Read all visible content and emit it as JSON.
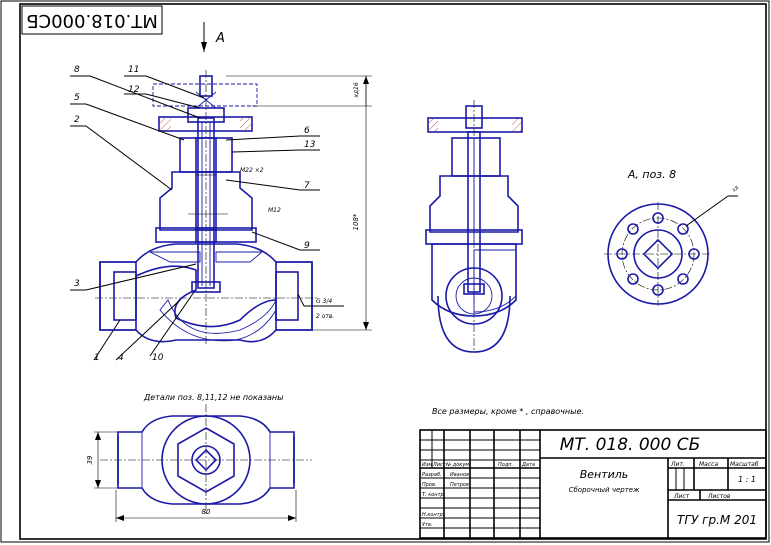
{
  "drawing_number_inverted": "МТ.018.000СБ",
  "view_arrow_label": "А",
  "view_a_label": "А, поз. 8",
  "part_numbers": {
    "p8": "8",
    "p5": "5",
    "p2": "2",
    "p3": "3",
    "p1": "1",
    "p4": "4",
    "p10": "10",
    "p11": "11",
    "p12": "12",
    "p6": "6",
    "p13": "13",
    "p7": "7",
    "p9": "9"
  },
  "dimensions": {
    "thread_m22": "М22 ×2",
    "thread_m12": "М12",
    "height_108": "108*",
    "top_xd16": "хд16",
    "pipe_thread": "G 3/4",
    "pipe_thread_count": "2 отв.",
    "width_80": "80",
    "height_39": "39",
    "square": "хд"
  },
  "notes": {
    "parts_not_shown": "Детали поз. 8,11,12  не показаны",
    "all_dims": "Все размеры, кроме * , справочные."
  },
  "title_block": {
    "designation": "МТ. 018. 000  СБ",
    "name": "Вентиль",
    "doc_type": "Сборочный чертеж",
    "col_izm": "Изм",
    "col_list": "Лист",
    "col_doc": "№ докум.",
    "col_sign": "Подп.",
    "col_date": "Дата",
    "row_razrab": "Разраб.",
    "razrab_name": "Иванов",
    "row_prov": "Пров.",
    "prov_name": "Петров",
    "row_tkontr": "Т. контр.",
    "row_nkontr": "Н.контр.",
    "row_utv": "Утв.",
    "lit": "Лит.",
    "massa": "Масса",
    "masshtab": "Масштаб",
    "scale_value": "1 : 1",
    "sheet": "Лист",
    "sheets": "Листов",
    "org": "ТГУ гр.М 201"
  }
}
